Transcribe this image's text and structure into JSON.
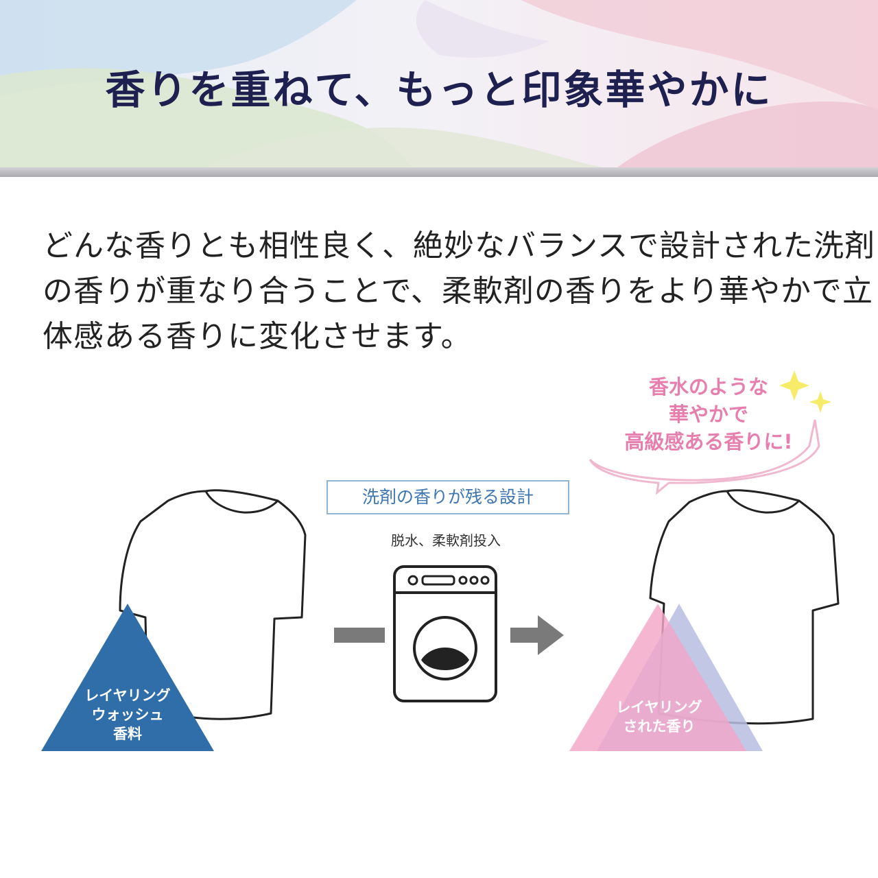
{
  "header": {
    "title": "香りを重ねて、もっと印象華やかに"
  },
  "description": {
    "lines": [
      "どんな香りとも相性良く、絶妙なバランスで設計された洗剤",
      "の香りが重なり合うことで、柔軟剤の香りをより華やかで立",
      "体感ある香りに変化させます。"
    ]
  },
  "diagram": {
    "design_label": "洗剤の香りが残る設計",
    "step_label": "脱水、柔軟剤投入",
    "left_triangle": {
      "lines": [
        "レイヤリング",
        "ウォッシュ",
        "香料"
      ],
      "color": "#2f6ea8"
    },
    "right_triangle": {
      "lines": [
        "レイヤリング",
        "された香り"
      ],
      "pink": "#f3a6c8",
      "lavender": "#b8bde2"
    },
    "bubble": {
      "lines": [
        "香水のような",
        "華やかで",
        "高級感ある香りに!"
      ],
      "color": "#e77fae"
    },
    "arrow_color": "#7a7a7a",
    "sparkle_color": "#f6ec6a"
  }
}
